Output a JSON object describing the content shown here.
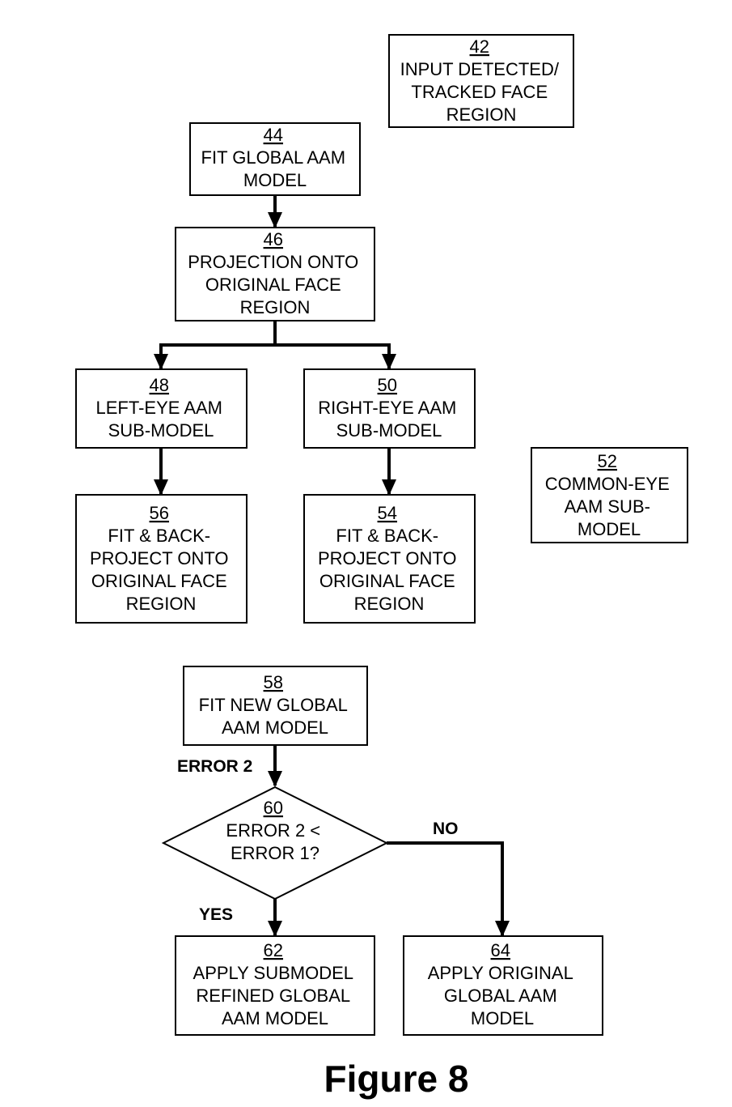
{
  "figure_title": "Figure 8",
  "nodes": {
    "n42": {
      "ref": "42",
      "lines": [
        "INPUT DETECTED/",
        "TRACKED FACE",
        "REGION"
      ]
    },
    "n44": {
      "ref": "44",
      "lines": [
        "FIT GLOBAL AAM",
        "MODEL"
      ]
    },
    "n46": {
      "ref": "46",
      "lines": [
        "PROJECTION ONTO",
        "ORIGINAL FACE",
        "REGION"
      ]
    },
    "n48": {
      "ref": "48",
      "lines": [
        "LEFT-EYE AAM",
        "SUB-MODEL"
      ]
    },
    "n50": {
      "ref": "50",
      "lines": [
        "RIGHT-EYE AAM",
        "SUB-MODEL"
      ]
    },
    "n52": {
      "ref": "52",
      "lines": [
        "COMMON-EYE",
        "AAM SUB-",
        "MODEL"
      ]
    },
    "n56": {
      "ref": "56",
      "lines": [
        "FIT & BACK-",
        "PROJECT ONTO",
        "ORIGINAL FACE",
        "REGION"
      ]
    },
    "n54": {
      "ref": "54",
      "lines": [
        "FIT & BACK-",
        "PROJECT ONTO",
        "ORIGINAL FACE",
        "REGION"
      ]
    },
    "n58": {
      "ref": "58",
      "lines": [
        "FIT NEW GLOBAL",
        "AAM MODEL"
      ]
    },
    "n60": {
      "ref": "60",
      "lines": [
        "ERROR 2 <",
        "ERROR 1?"
      ]
    },
    "n62": {
      "ref": "62",
      "lines": [
        "APPLY SUBMODEL",
        "REFINED GLOBAL",
        "AAM MODEL"
      ]
    },
    "n64": {
      "ref": "64",
      "lines": [
        "APPLY ORIGINAL",
        "GLOBAL AAM",
        "MODEL"
      ]
    }
  },
  "edge_labels": {
    "error2": "ERROR 2",
    "no": "NO",
    "yes": "YES"
  }
}
